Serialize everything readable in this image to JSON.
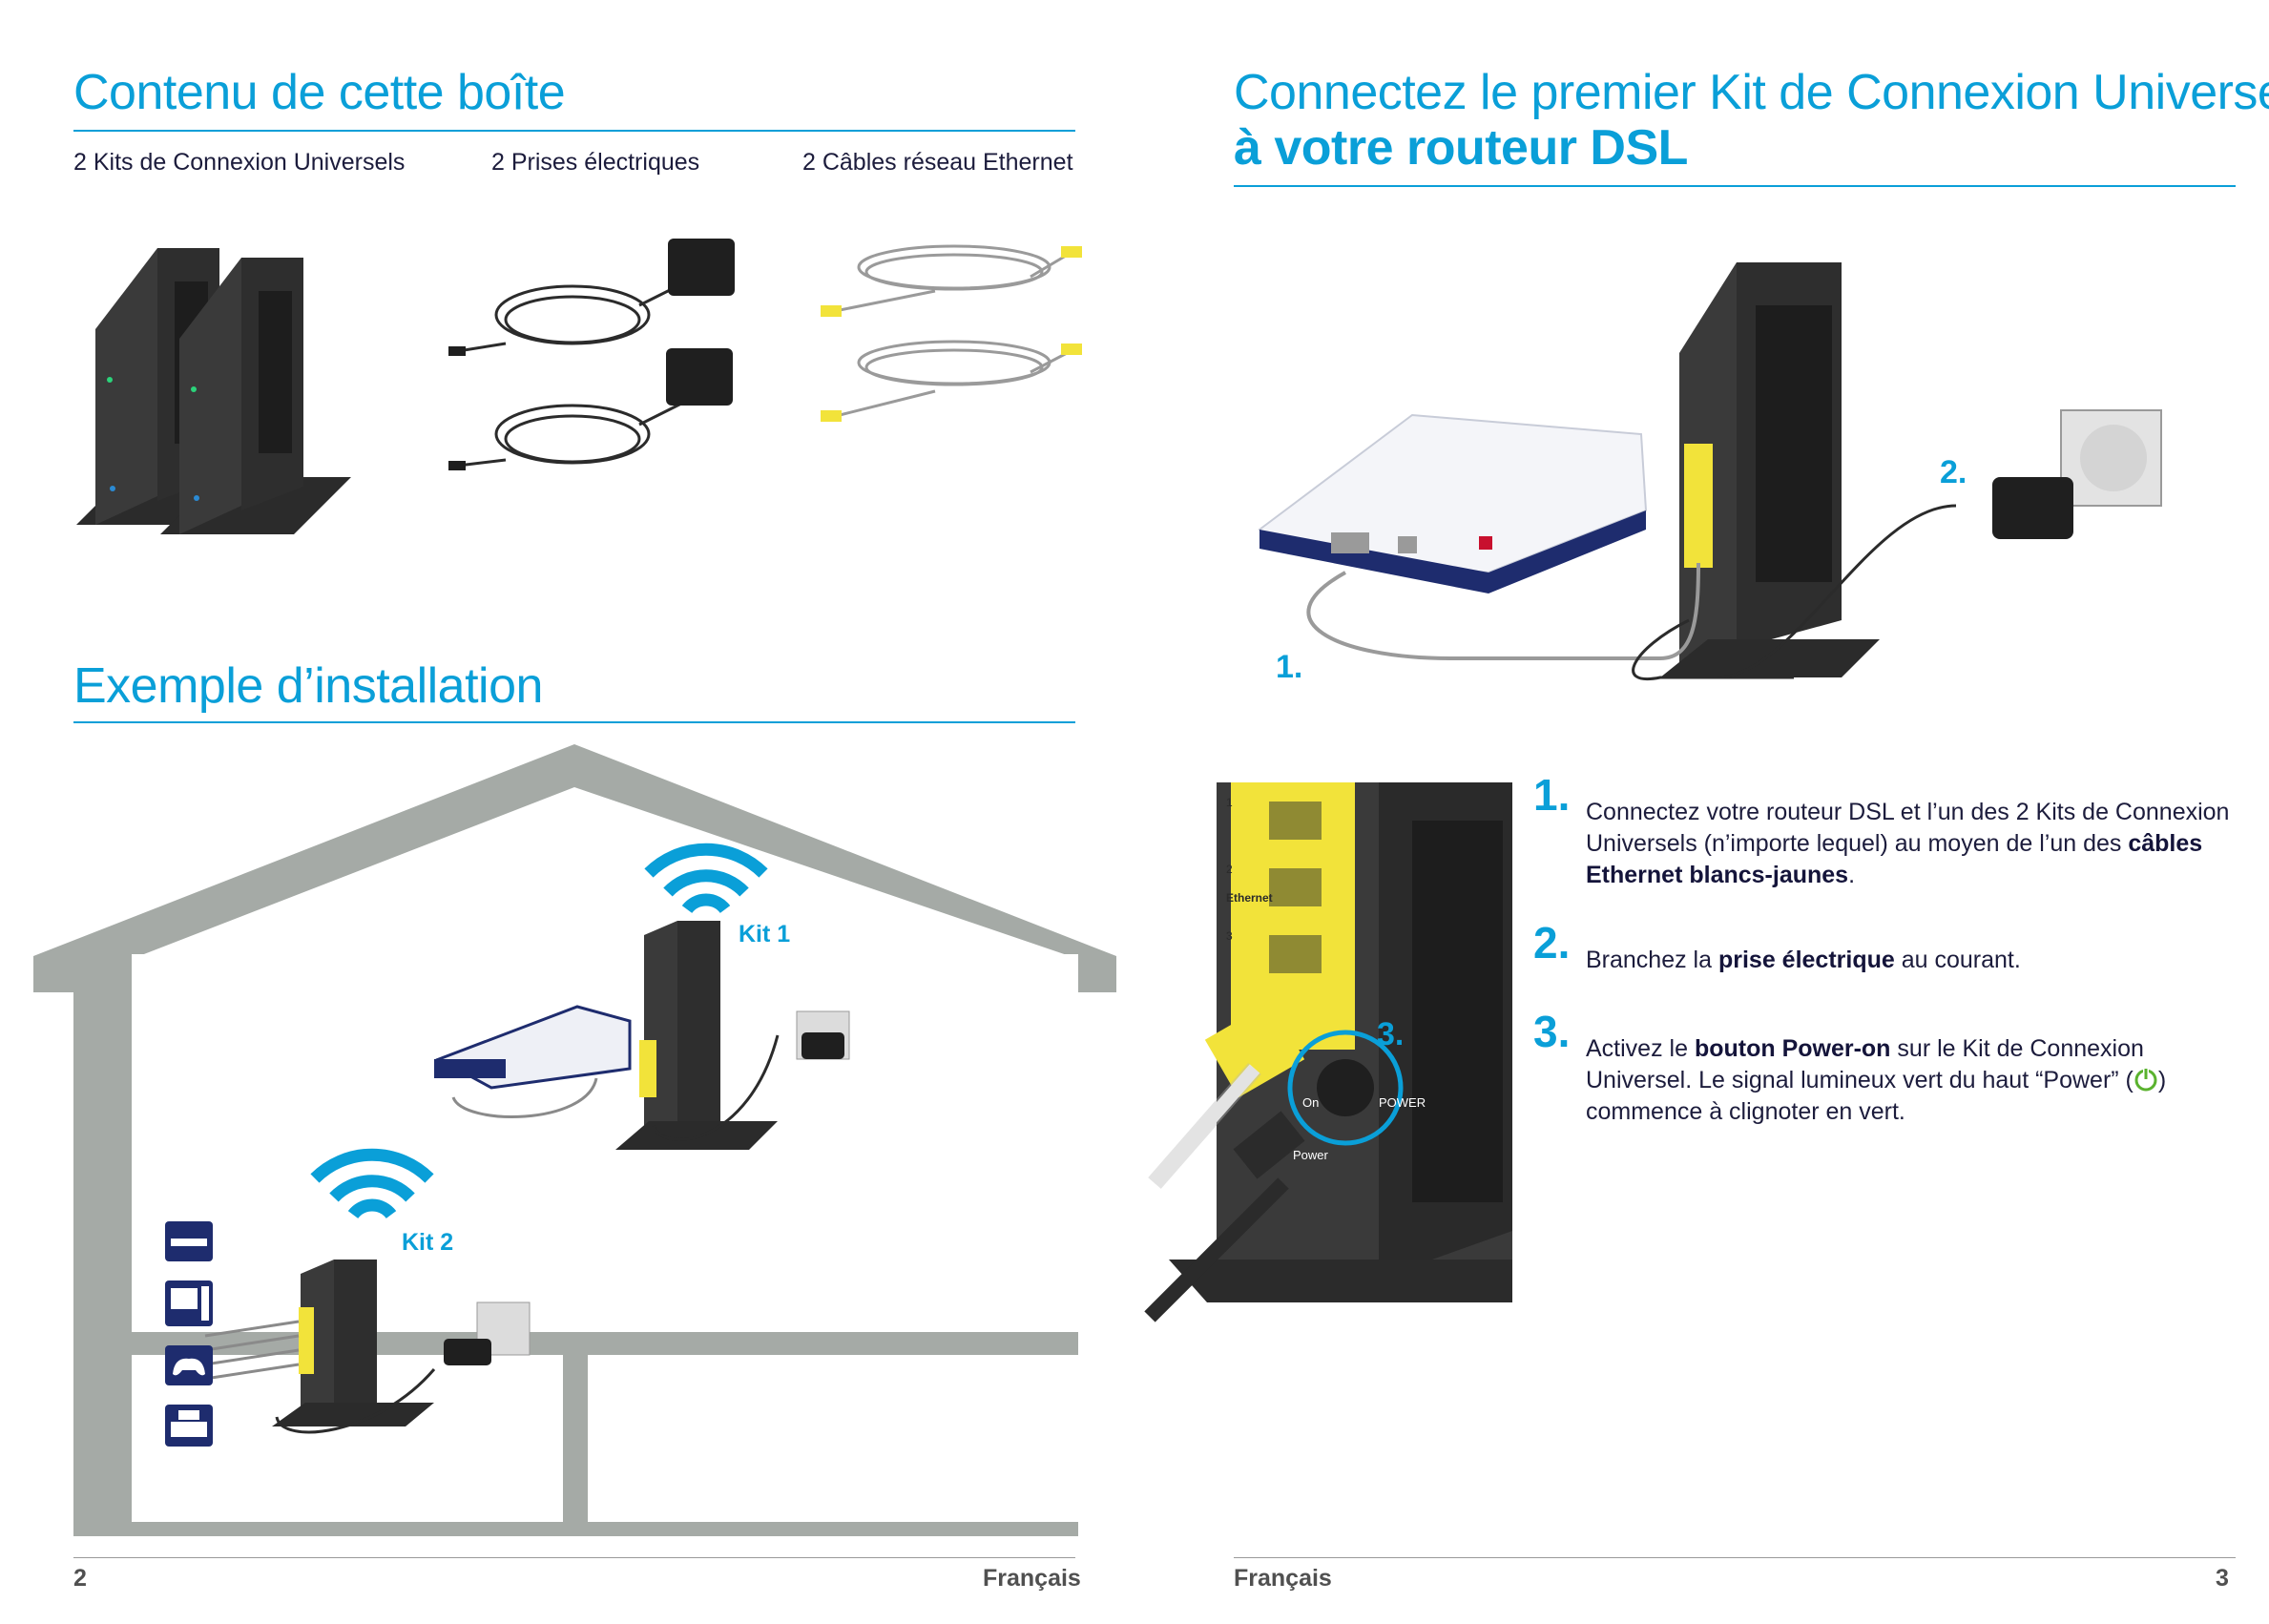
{
  "left_page": {
    "box_title": "Contenu de cette boîte",
    "box_items": [
      "2 Kits de Connexion Universels",
      "2 Prises électriques",
      "2 Câbles réseau Ethernet"
    ],
    "install_title": "Exemple d’installation",
    "kit1_label": "Kit 1",
    "kit2_label": "Kit 2",
    "page_number": "2",
    "language": "Français"
  },
  "right_page": {
    "title_line1": "Connectez le premier Kit de Connexion Universel",
    "title_line2": "à votre routeur DSL",
    "diagram_label_1": "1.",
    "diagram_label_2": "2.",
    "diagram_label_3": "3.",
    "closeup_ports": [
      "1",
      "2",
      "3"
    ],
    "closeup_ethernet": "Ethernet",
    "closeup_on": "On",
    "closeup_power": "POWER",
    "closeup_power_jack": "Power",
    "steps": [
      {
        "num": "1.",
        "text1": "Connectez votre routeur DSL et l’un des 2 Kits de Connexion Universels (n’importe lequel) au moyen de l’un des ",
        "bold": "câbles Ethernet blancs-jaunes",
        "text2": "."
      },
      {
        "num": "2.",
        "text1": "Branchez la ",
        "bold": "prise électrique",
        "text2": " au courant."
      },
      {
        "num": "3.",
        "text1": "Activez le ",
        "bold": "bouton Power-on",
        "text2": " sur le Kit de Connexion Universel. Le signal lumineux vert du haut “Power” (",
        "text3": ") commence à clignoter en vert."
      }
    ],
    "language": "Français",
    "page_number": "3"
  },
  "colors": {
    "accent": "#0a9fd8",
    "text": "#1c1c3c",
    "house_gray": "#a5aaa6",
    "device_dark": "#2b2b2b",
    "ethernet_yellow": "#f2e33a",
    "router_blue": "#1e2c6e",
    "power_green": "#5ab22e"
  },
  "icons": [
    "wifi-icon",
    "wifi-icon",
    "tv-box-icon",
    "computer-icon",
    "gamepad-icon",
    "printer-icon",
    "power-icon"
  ]
}
